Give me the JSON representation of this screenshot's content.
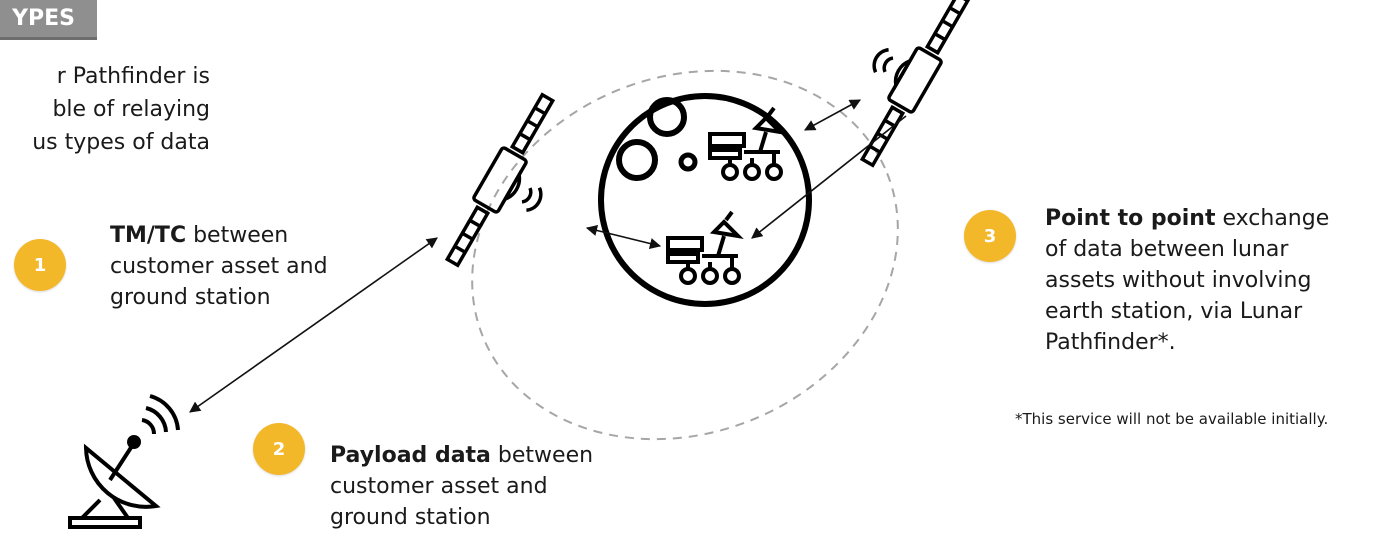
{
  "header": {
    "tag_label": "YPES"
  },
  "intro": {
    "line1": "r Pathfinder is",
    "line2": "ble of relaying",
    "line3": "us types of data"
  },
  "items": [
    {
      "number": "1",
      "bold": "TM/TC",
      "text": " between customer asset and ground station"
    },
    {
      "number": "2",
      "bold": "Payload data",
      "text": " between customer asset and ground station"
    },
    {
      "number": "3",
      "bold": "Point to point",
      "text": " exchange of data between lunar assets without involving earth station, via Lunar Pathfinder*."
    }
  ],
  "footnote": "*This service will not be available initially.",
  "colors": {
    "badge": "#f3b72a",
    "tag": "#8f8f8f",
    "orbit": "#9a9a9a"
  },
  "icons": [
    "satellite-icon",
    "ground-station-dish-icon",
    "moon-icon",
    "rover-icon"
  ]
}
